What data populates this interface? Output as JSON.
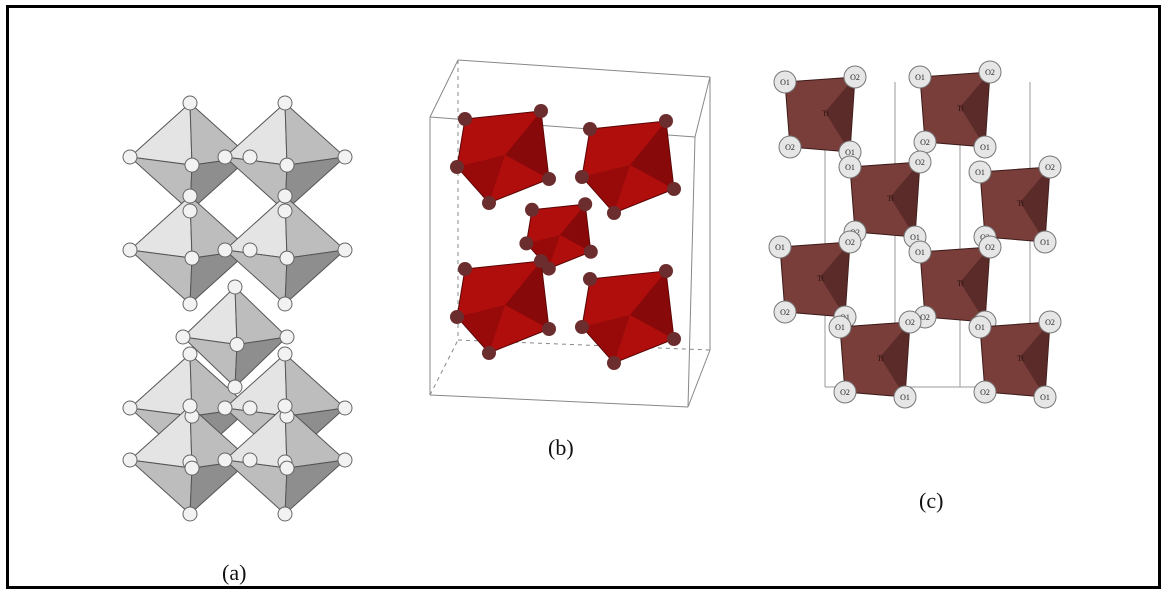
{
  "captions": {
    "a": "(a)",
    "b": "(b)",
    "c": "(c)"
  },
  "panel_c_labels": {
    "oxygen_1": "O1",
    "oxygen_2": "O2",
    "titanium": "Ti"
  },
  "colors": {
    "frame": "#000000",
    "panel_a_face_light": "#e4e4e4",
    "panel_a_face_mid": "#bdbdbd",
    "panel_a_face_dark": "#8e8e8e",
    "panel_b_face": "#b00d0d",
    "panel_b_face_dark": "#6e0606",
    "panel_b_atom": "#6b2d2d",
    "panel_c_face": "#7a3e3a",
    "panel_c_face_dark": "#4f2422",
    "panel_c_atom": "#e6e6e6"
  }
}
